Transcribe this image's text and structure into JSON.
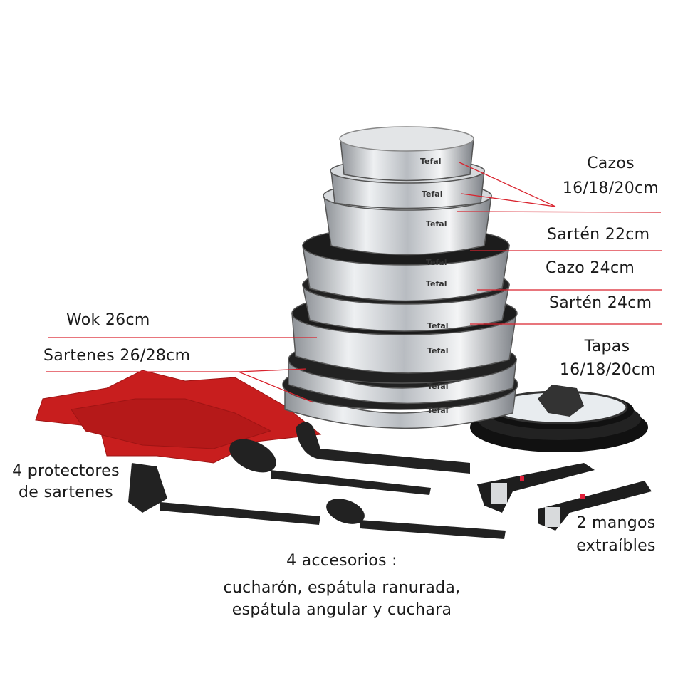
{
  "labels": {
    "cazos_title": "Cazos",
    "cazos_sizes": "16/18/20cm",
    "sarten_22": "Sartén 22cm",
    "cazo_24": "Cazo 24cm",
    "sarten_24": "Sartén 24cm",
    "tapas_title": "Tapas",
    "tapas_sizes": "16/18/20cm",
    "wok": "Wok 26cm",
    "sartenes": "Sartenes 26/28cm",
    "protectores_1": "4 protectores",
    "protectores_2": "de sartenes",
    "mangos_1": "2 mangos",
    "mangos_2": "extraíbles",
    "accesorios_1": "4 accesorios :",
    "accesorios_2": "cucharón, espátula ranurada,",
    "accesorios_3": "espátula angular y cuchara"
  },
  "brand": "Tefal",
  "colors": {
    "leader_line": "#d9232e",
    "protector": "#c81e1e",
    "utensil": "#222222",
    "steel": "#c9ccd0"
  }
}
